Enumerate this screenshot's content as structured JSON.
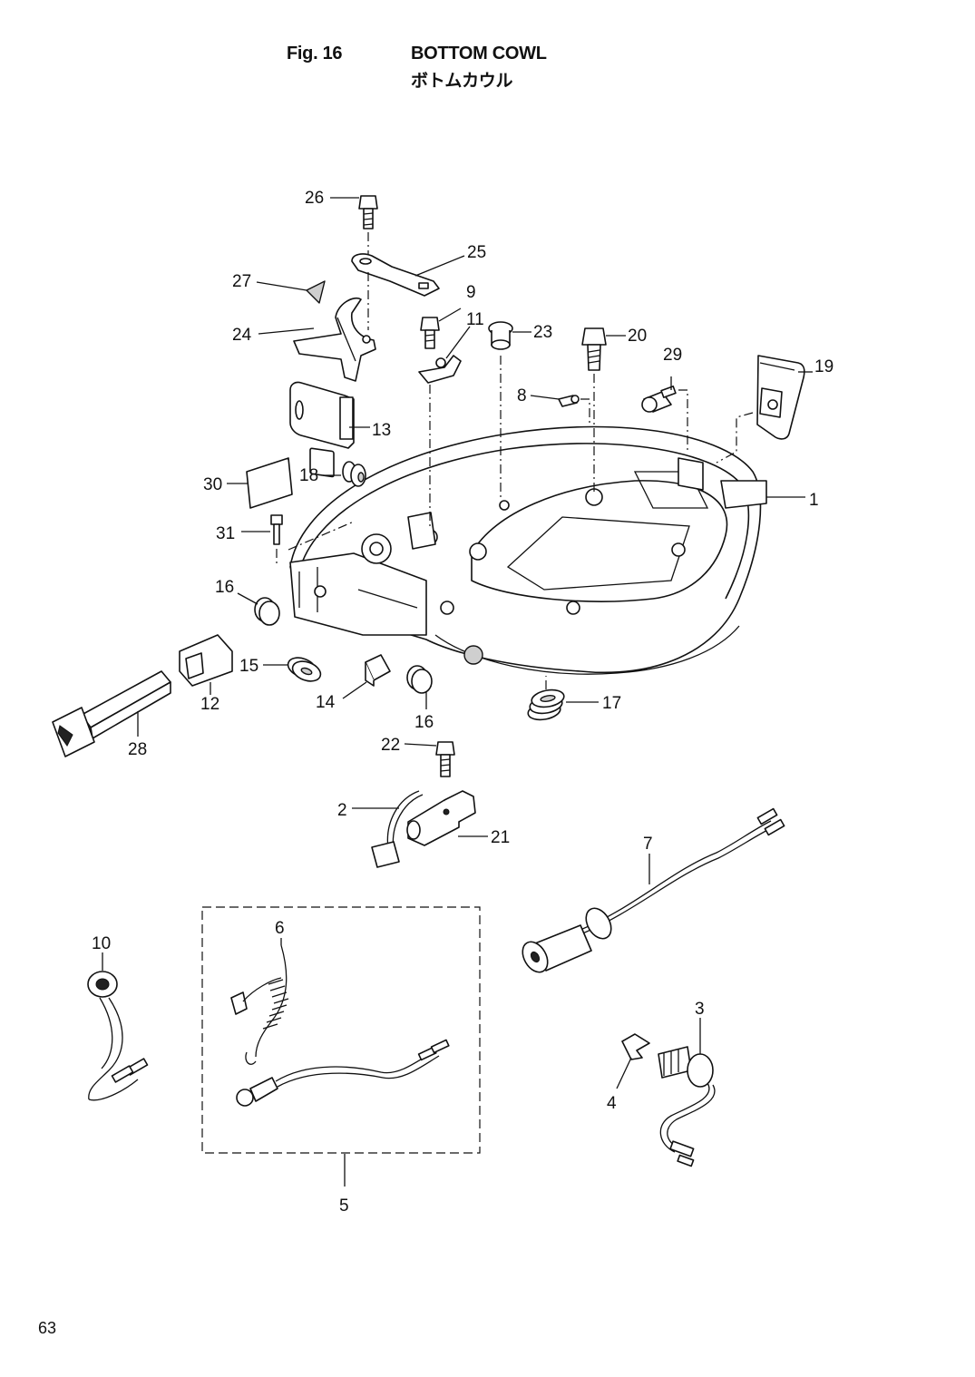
{
  "header": {
    "fig_label": "Fig. 16",
    "title_en": "BOTTOM COWL",
    "title_ja": "ボトムカウル"
  },
  "page_number": "63",
  "callouts": {
    "c1": "1",
    "c2": "2",
    "c3": "3",
    "c4": "4",
    "c5": "5",
    "c6": "6",
    "c7": "7",
    "c8": "8",
    "c9": "9",
    "c10": "10",
    "c11": "11",
    "c12": "12",
    "c13": "13",
    "c14": "14",
    "c15": "15",
    "c16a": "16",
    "c16b": "16",
    "c17": "17",
    "c18": "18",
    "c19": "19",
    "c20": "20",
    "c21": "21",
    "c22": "22",
    "c23": "23",
    "c24": "24",
    "c25": "25",
    "c26": "26",
    "c27": "27",
    "c28": "28",
    "c29": "29",
    "c30": "30",
    "c31": "31"
  }
}
